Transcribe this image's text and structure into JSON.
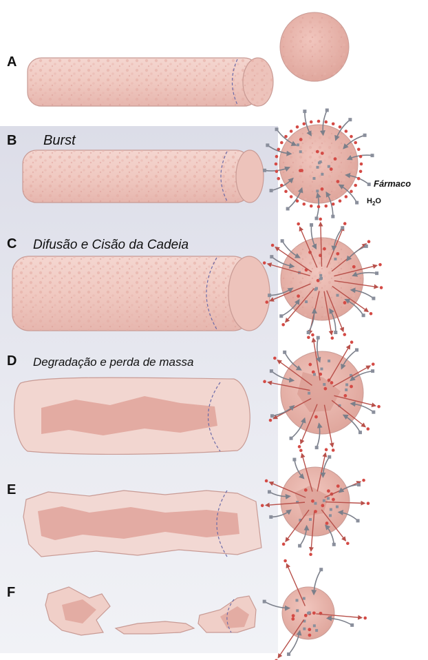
{
  "panels": [
    {
      "letter": "A",
      "title": ""
    },
    {
      "letter": "B",
      "title": "Burst"
    },
    {
      "letter": "C",
      "title": "Difusão e Cisão da Cadeia"
    },
    {
      "letter": "D",
      "title": "Degradação e perda de massa"
    },
    {
      "letter": "E",
      "title": ""
    },
    {
      "letter": "F",
      "title": ""
    }
  ],
  "legend": {
    "drug": "Fármaco",
    "water_main": "H",
    "water_sub": "2",
    "water_tail": "O"
  },
  "colors": {
    "tube_fill": "#f1cbc4",
    "tube_edge": "#c89a94",
    "tube_dark": "#d9a19a",
    "sphere_fill": "#e9b6ad",
    "particle_red": "#d44a45",
    "particle_gray": "#8a8f9c",
    "arrow_red": "#b8504a",
    "arrow_gray": "#7b7f8a",
    "dashed": "#6a6aa8",
    "panel_bg": "#e2e3ec"
  }
}
